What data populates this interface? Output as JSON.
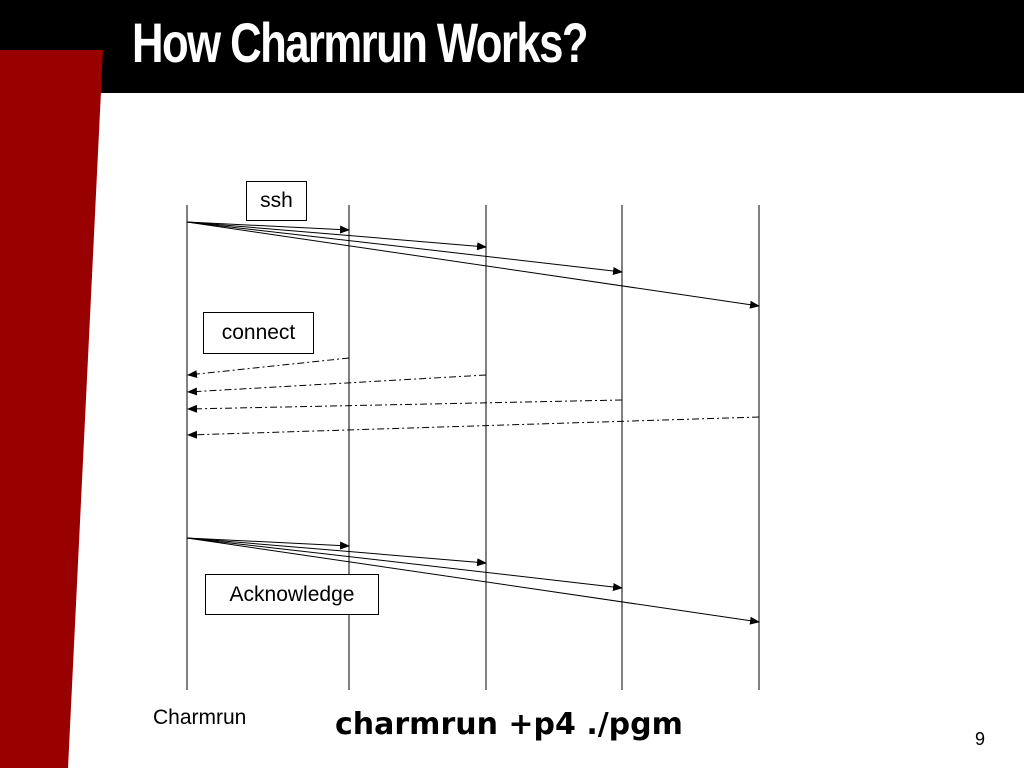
{
  "slide": {
    "title": "How Charmrun Works?",
    "page_number": "9",
    "colors": {
      "title_bar": "#000000",
      "side_band": "#990000",
      "background": "#ffffff"
    }
  },
  "diagram": {
    "labels": {
      "ssh": "ssh",
      "connect": "connect",
      "acknowledge": "Acknowledge",
      "charmrun": "Charmrun"
    },
    "command": "charmrun +p4 ./pgm",
    "processes": 5,
    "phases": [
      {
        "name": "ssh",
        "direction": "from charmrun to nodes",
        "line_style": "solid",
        "targets": 4
      },
      {
        "name": "connect",
        "direction": "from nodes to charmrun",
        "line_style": "dash-dot",
        "targets": 4
      },
      {
        "name": "acknowledge",
        "direction": "from charmrun to nodes",
        "line_style": "solid",
        "targets": 4
      }
    ]
  }
}
